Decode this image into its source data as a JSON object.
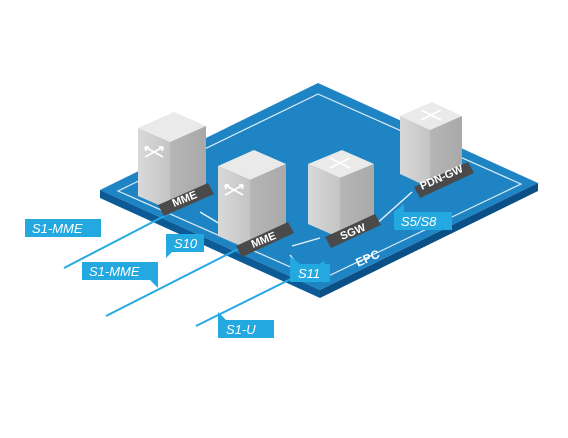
{
  "diagram": {
    "platform_label": "EPC",
    "nodes": {
      "mme_back": "MME",
      "mme_front": "MME",
      "sgw": "SGW",
      "pdn_gw": "PDN-GW"
    },
    "interfaces": {
      "s1_mme_upper": "S1-MME",
      "s1_mme_lower": "S1-MME",
      "s10": "S10",
      "s11": "S11",
      "s5_s8": "S5/S8",
      "s1_u": "S1-U"
    },
    "colors": {
      "platform_top": "#1f84c4",
      "platform_side": "#0c5b96",
      "label_blue": "#24a8e0",
      "label_dark": "#4a4a4a",
      "server": "#d4d4d4",
      "line": "#27a9e1"
    },
    "icons": [
      "router-icon"
    ]
  }
}
